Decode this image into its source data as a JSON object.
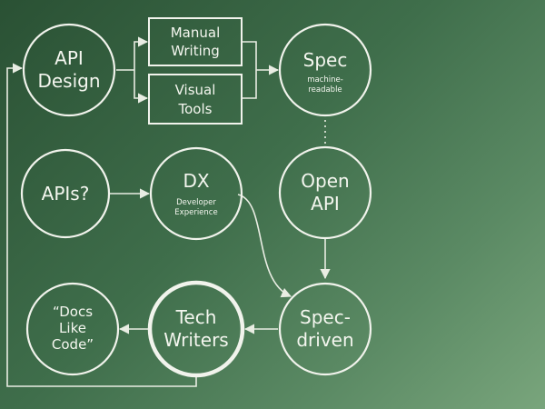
{
  "nodes": {
    "api_design": {
      "lines": [
        "API",
        "Design"
      ]
    },
    "manual_writing": {
      "lines": [
        "Manual",
        "Writing"
      ]
    },
    "visual_tools": {
      "lines": [
        "Visual",
        "Tools"
      ]
    },
    "spec": {
      "lines": [
        "Spec"
      ],
      "sub": [
        "machine-",
        "readable"
      ]
    },
    "apis": {
      "lines": [
        "APIs?"
      ]
    },
    "dx": {
      "lines": [
        "DX"
      ],
      "sub": [
        "Developer",
        "Experience"
      ]
    },
    "open_api": {
      "lines": [
        "Open",
        "API"
      ]
    },
    "docs_like_code": {
      "lines": [
        "“Docs",
        "Like",
        "Code”"
      ]
    },
    "tech_writers": {
      "lines": [
        "Tech",
        "Writers"
      ]
    },
    "spec_driven": {
      "lines": [
        "Spec-",
        "driven"
      ]
    }
  },
  "colors": {
    "stroke": "#f1f3ec",
    "bg_dark": "#2a5134",
    "bg_light": "#79a57c"
  }
}
